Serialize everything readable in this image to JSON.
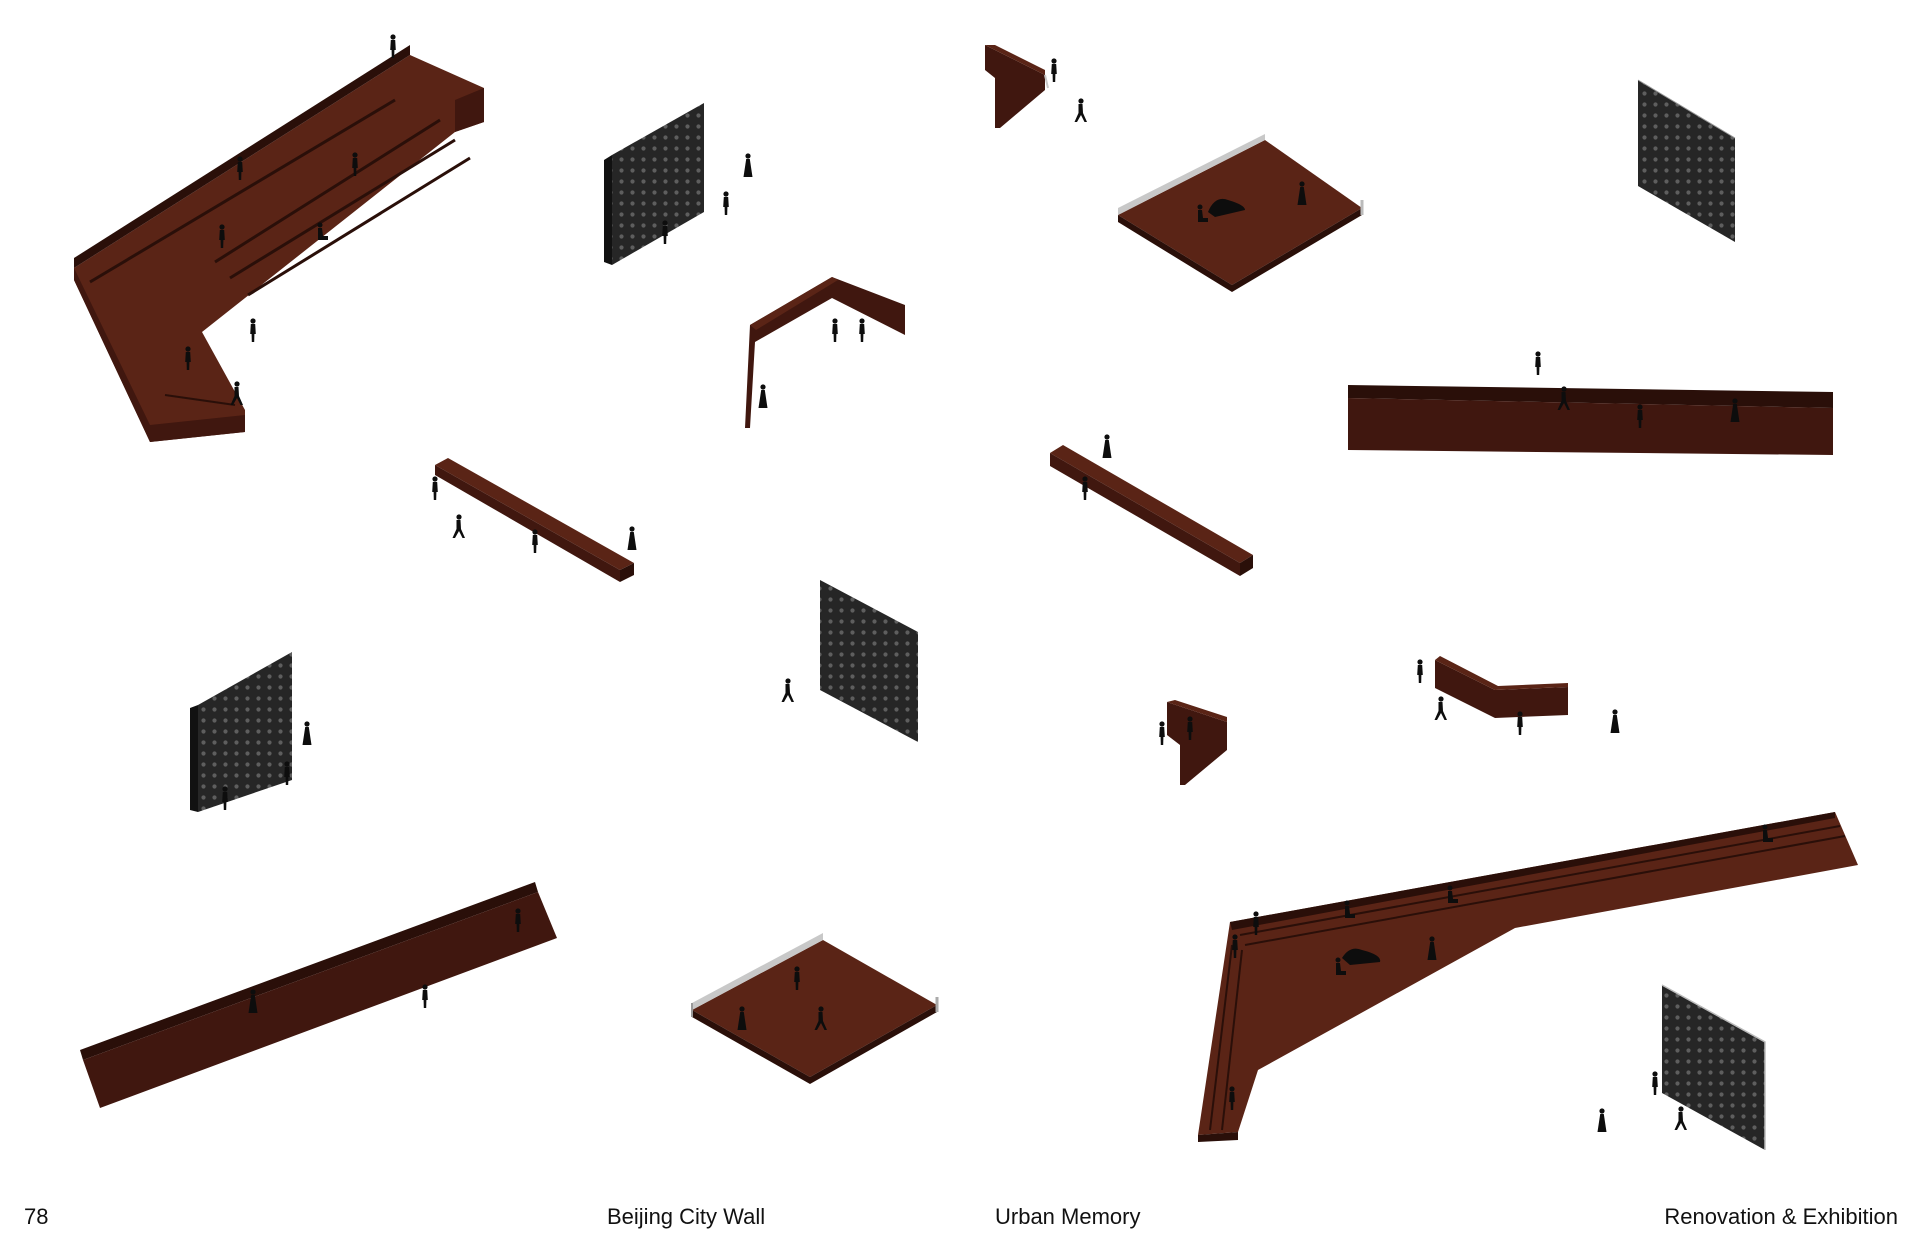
{
  "footer": {
    "page_number": "78",
    "title_left": "Beijing City Wall",
    "title_center": "Urban Memory",
    "title_right": "Renovation & Exhibition"
  },
  "colors": {
    "wall_top": "#5a2416",
    "wall_front": "#40170f",
    "wall_dark": "#2a0f09",
    "perforated_panel": "#262626",
    "perforation_dot": "#5a5a5a",
    "figure": "#0d0d0d",
    "glass_edge": "#c8c8c8"
  }
}
